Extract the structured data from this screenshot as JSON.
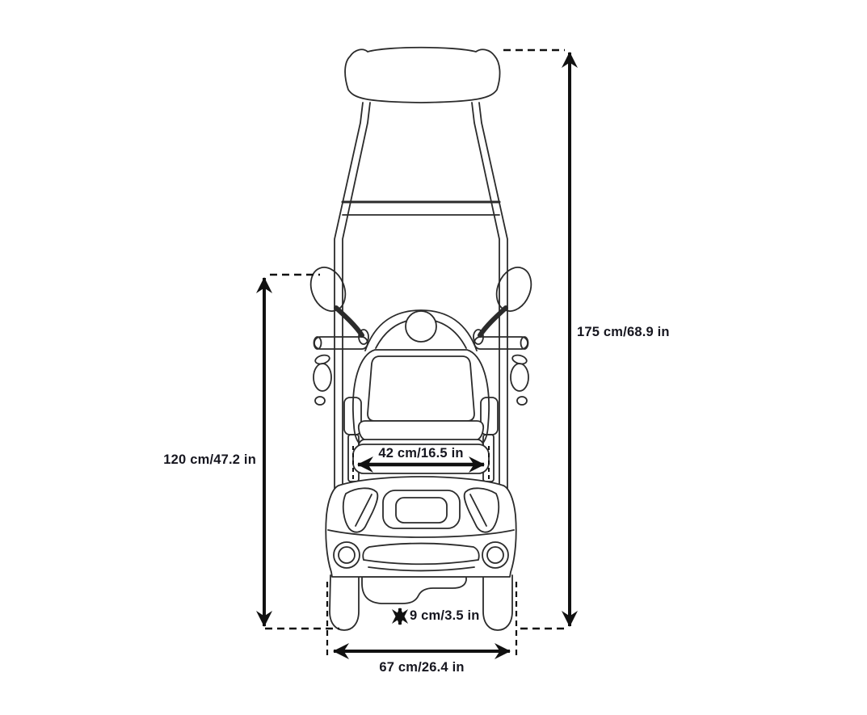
{
  "diagram": {
    "subject": "Mobility scooter front view dimension drawing",
    "view": "front",
    "background_color": "#ffffff",
    "drawing_line_color": "#2b2b2b",
    "dimension_line_color": "#111111",
    "text_color": "#16161f",
    "dimensions": {
      "overall_height": {
        "label": "175 cm/68.9 in",
        "cm": 175,
        "inches": 68.9
      },
      "handlebar_height": {
        "label": "120 cm/47.2 in",
        "cm": 120,
        "inches": 47.2
      },
      "seat_width": {
        "label": "42 cm/16.5 in",
        "cm": 42,
        "inches": 16.5
      },
      "ground_clearance": {
        "label": "9 cm/3.5 in",
        "cm": 9,
        "inches": 3.5
      },
      "overall_width": {
        "label": "67 cm/26.4 in",
        "cm": 67,
        "inches": 26.4
      }
    }
  }
}
